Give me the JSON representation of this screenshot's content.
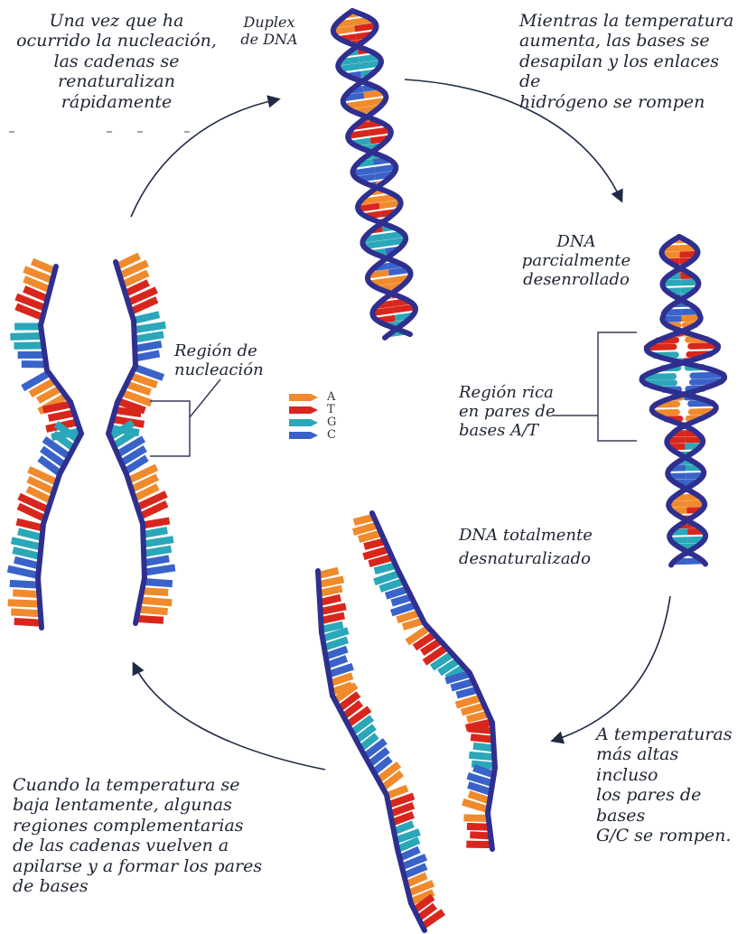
{
  "labels": {
    "duplex": "Duplex\nde DNA",
    "step1": "Mientras la temperatura\naumenta, las bases se\ndesapilan y los enlaces de\nhidrógeno se rompen",
    "partial": "DNA\nparcialmente\ndesenrollado",
    "at_rich": "Región rica\nen pares de\nbases A/T",
    "total": "DNA totalmente\ndesnaturalizado",
    "step2": "A temperaturas\nmás altas incluso\nlos pares de bases\nG/C se rompen.",
    "step3": "Cuando la temperatura se\nbaja lentamente, algunas\nregiones complementarias\nde las cadenas vuelven a\napilarse y a formar los pares\nde bases",
    "nucleation_region": "Región de\nnucleación",
    "step4": "Una vez que ha\nocurrido la nucleación,\nlas cadenas se\nrenaturalizan\nrápidamente"
  },
  "legend": [
    {
      "base": "A",
      "color": "#f08a2c"
    },
    {
      "base": "T",
      "color": "#d9261c"
    },
    {
      "base": "G",
      "color": "#2aa7b8"
    },
    {
      "base": "C",
      "color": "#3a63c9"
    }
  ],
  "colors": {
    "backbone": "#2f2f8f",
    "arrow": "#1f2a44",
    "bracket": "#3a3a5a"
  }
}
